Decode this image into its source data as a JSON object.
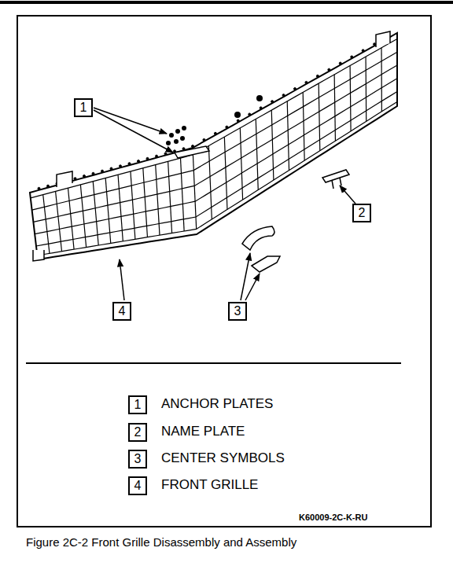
{
  "diagram": {
    "caption": "Figure 2C-2 Front Grille Disassembly and Assembly",
    "labels": [
      "1",
      "2",
      "3",
      "4",
      "1",
      "2",
      "3",
      "4",
      "K60009-2C-K-RU"
    ],
    "legend": [
      {
        "text": "ANCHOR PLATES"
      },
      {
        "text": "NAME PLATE"
      },
      {
        "text": "CENTER SYMBOLS"
      },
      {
        "text": "FRONT GRILLE"
      }
    ]
  }
}
